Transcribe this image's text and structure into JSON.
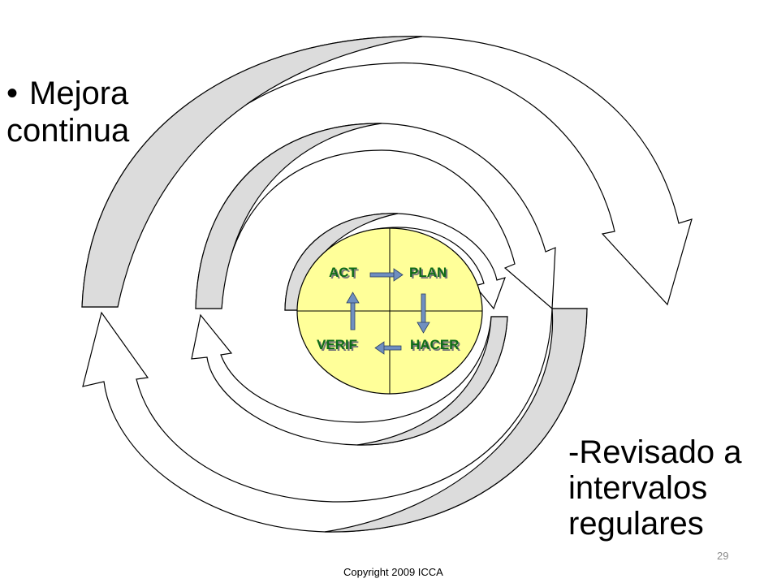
{
  "title": {
    "bullet": "•",
    "line1": "Mejora",
    "line2": "continua"
  },
  "note": {
    "line1": "-Revisado a",
    "line2": "intervalos",
    "line3": "regulares"
  },
  "cycle": {
    "act": "ACT",
    "plan": "PLAN",
    "verif": "VERIF",
    "hacer": "HACER"
  },
  "footer": {
    "slide_number": "29",
    "copyright": "Copyright  2009 ICCA"
  },
  "colors": {
    "circle_fill": "#ffff99",
    "arrow_band": "#dcdcdc",
    "small_arrow": "#6f8fc0",
    "cycle_text": "#0e6b18"
  }
}
